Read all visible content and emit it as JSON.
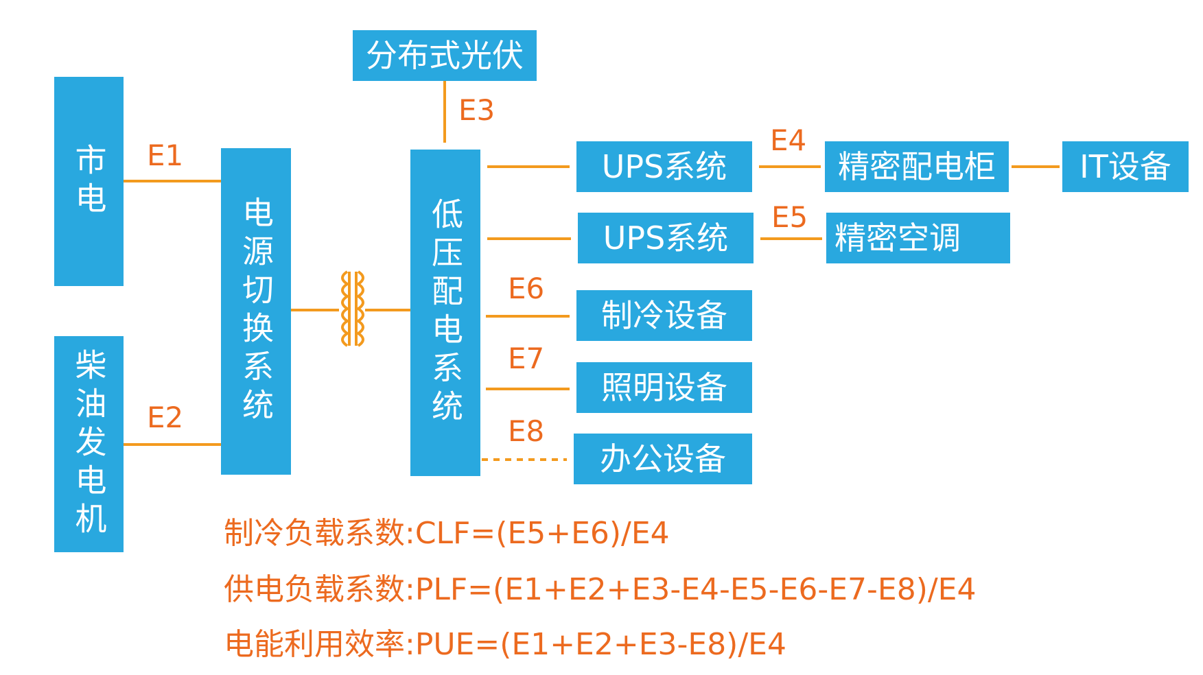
{
  "colors": {
    "box_fill": "#29a8df",
    "box_text": "#ffffff",
    "line": "#f39a1e",
    "label_text": "#ec6a1f"
  },
  "nodes": {
    "grid_power": "市电",
    "diesel_generator": "柴油发电机",
    "solar_pv": "分布式光伏",
    "power_switch": "电源切换系统",
    "lv_distribution": "低压配电系统",
    "ups_1": "UPS系统",
    "ups_2": "UPS系统",
    "precision_cabinet": "精密配电柜",
    "it_equipment": "IT设备",
    "precision_ac": "精密空调",
    "cooling_equipment": "制冷设备",
    "lighting_equipment": "照明设备",
    "office_equipment": "办公设备"
  },
  "edges": {
    "e1": "E1",
    "e2": "E2",
    "e3": "E3",
    "e4": "E4",
    "e5": "E5",
    "e6": "E6",
    "e7": "E7",
    "e8": "E8"
  },
  "formulas": {
    "clf": "制冷负载系数:CLF=(E5+E6)/E4",
    "plf": "供电负载系数:PLF=(E1+E2+E3-E4-E5-E6-E7-E8)/E4",
    "pue": "电能利用效率:PUE=(E1+E2+E3-E8)/E4"
  }
}
